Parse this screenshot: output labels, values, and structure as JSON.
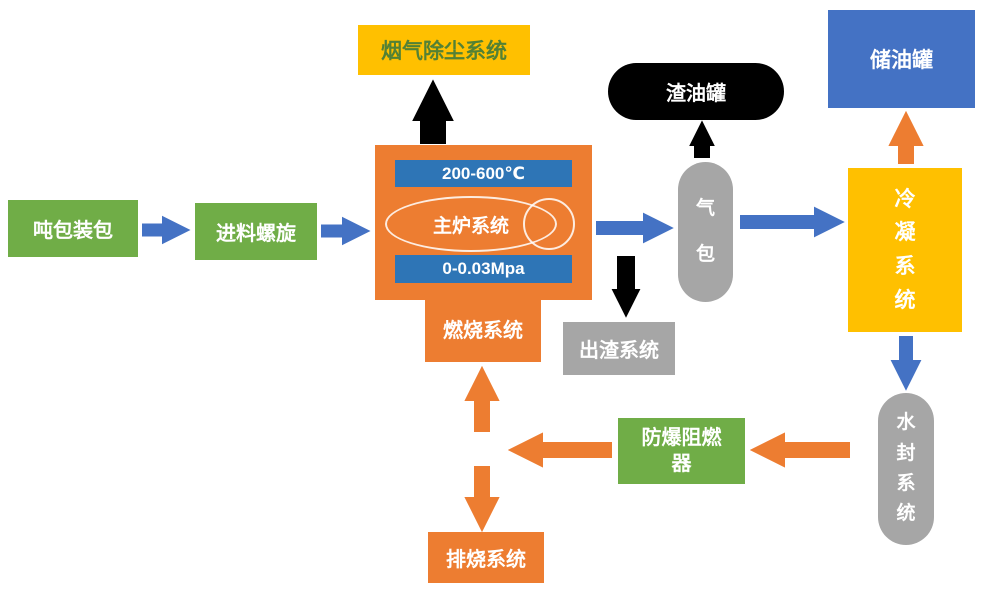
{
  "nodes": {
    "flue_gas_system": {
      "label": "烟气除尘系统"
    },
    "residue_oil_tank": {
      "label": "渣油罐"
    },
    "oil_storage_tank": {
      "label": "储油罐"
    },
    "ton_bag_packing": {
      "label": "吨包装包"
    },
    "feed_screw": {
      "label": "进料螺旋"
    },
    "furnace_temp_range": {
      "label": "200-600℃"
    },
    "main_furnace": {
      "label": "主炉系统"
    },
    "furnace_pressure_range": {
      "label": "0-0.03Mpa"
    },
    "combustion_system": {
      "label": "燃烧系统"
    },
    "slag_discharge_system": {
      "label": "出渣系统"
    },
    "gas_drum": {
      "label": "气包"
    },
    "condensation_system": {
      "label": "冷凝系统"
    },
    "water_seal_system": {
      "label": "水封系统"
    },
    "flame_arrester": {
      "label": "防爆阻燃器"
    },
    "exhaust_burn_system": {
      "label": "排烧系统"
    }
  },
  "colors": {
    "green_box": "#70AD47",
    "orange_box": "#ED7D31",
    "yellow_box": "#FFC000",
    "blue_box": "#4472C4",
    "inner_bar_blue": "#2E75B6",
    "gray_box": "#A6A6A6",
    "black_box": "#000000",
    "arrow_blue": "#4472C4",
    "arrow_orange": "#ED7D31",
    "arrow_black": "#000000",
    "flue_gas_text_green": "#538135"
  }
}
